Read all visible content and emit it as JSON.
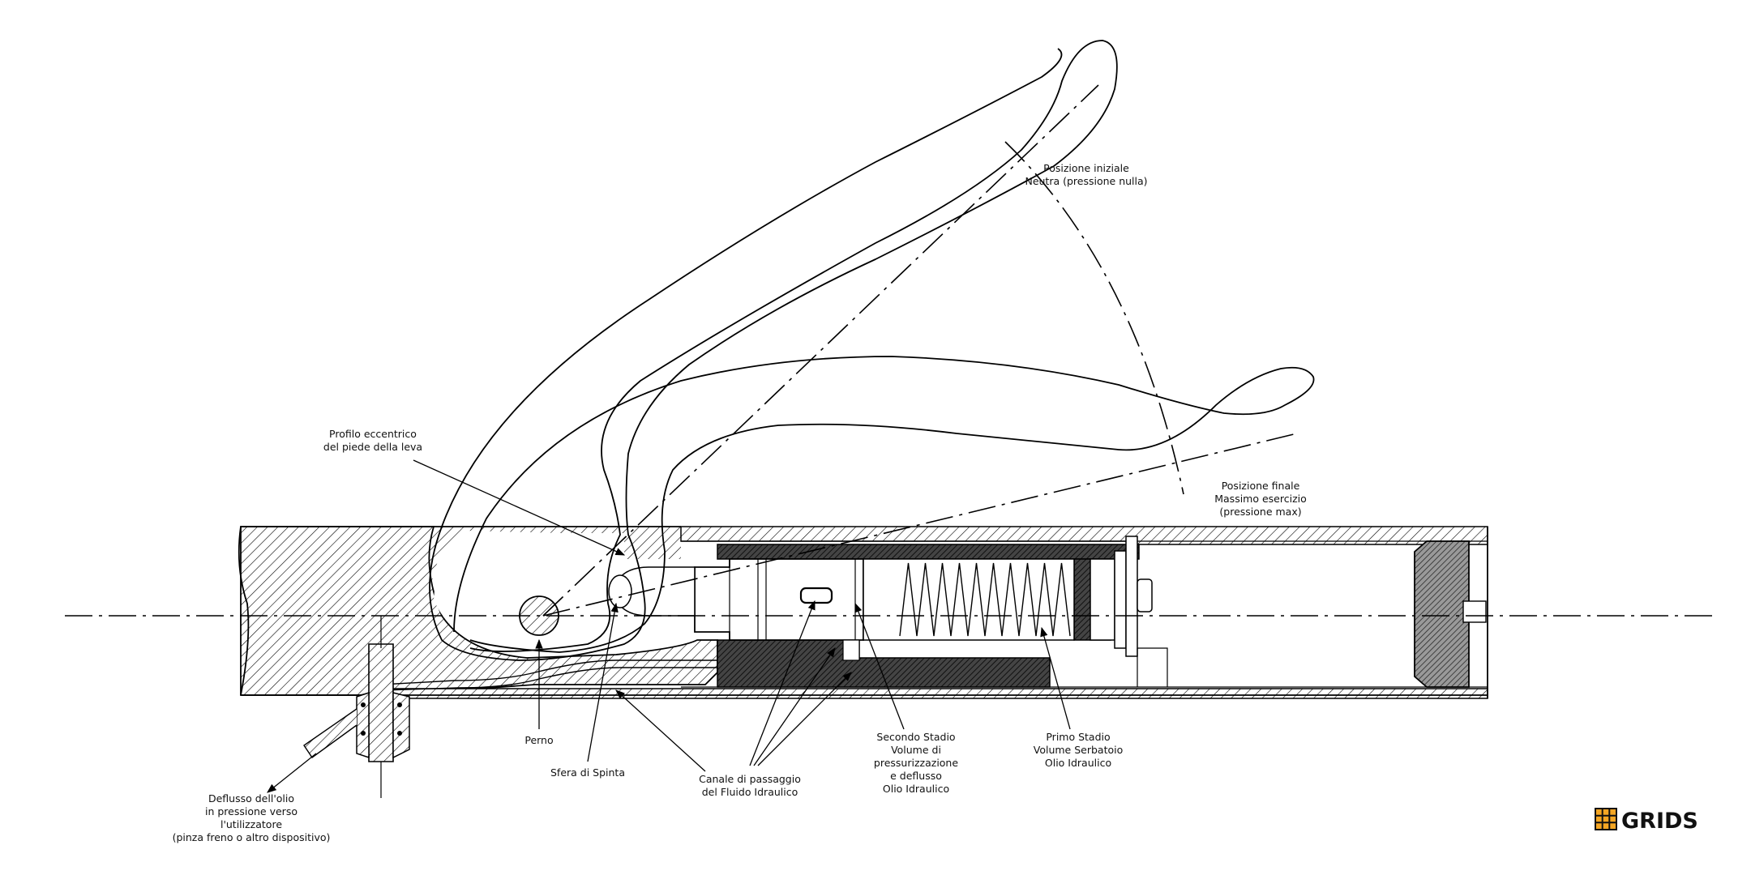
{
  "labels": {
    "initial_position_1": "Posizione iniziale",
    "initial_position_2": "Neutra (pressione nulla)",
    "cam_profile_1": "Profilo eccentrico",
    "cam_profile_2": "del piede della leva",
    "final_position_1": "Posizione finale",
    "final_position_2": "Massimo esercizio",
    "final_position_3": "(pressione max)",
    "pin": "Perno",
    "thrust_ball": "Sfera di Spinta",
    "channel_1": "Canale di passaggio",
    "channel_2": "del Fluido Idraulico",
    "second_stage_1": "Secondo Stadio",
    "second_stage_2": "Volume di",
    "second_stage_3": "pressurizzazione",
    "second_stage_4": "e deflusso",
    "second_stage_5": "Olio Idraulico",
    "first_stage_1": "Primo Stadio",
    "first_stage_2": "Volume Serbatoio",
    "first_stage_3": "Olio Idraulico",
    "outflow_1": "Deflusso dell'olio",
    "outflow_2": "in pressione verso",
    "outflow_3": "l'utilizzatore",
    "outflow_4": "(pinza freno o altro dispositivo)"
  },
  "logo": {
    "text": "GRIDS",
    "icon": "grid-logo-icon",
    "color": "#f5a623"
  }
}
